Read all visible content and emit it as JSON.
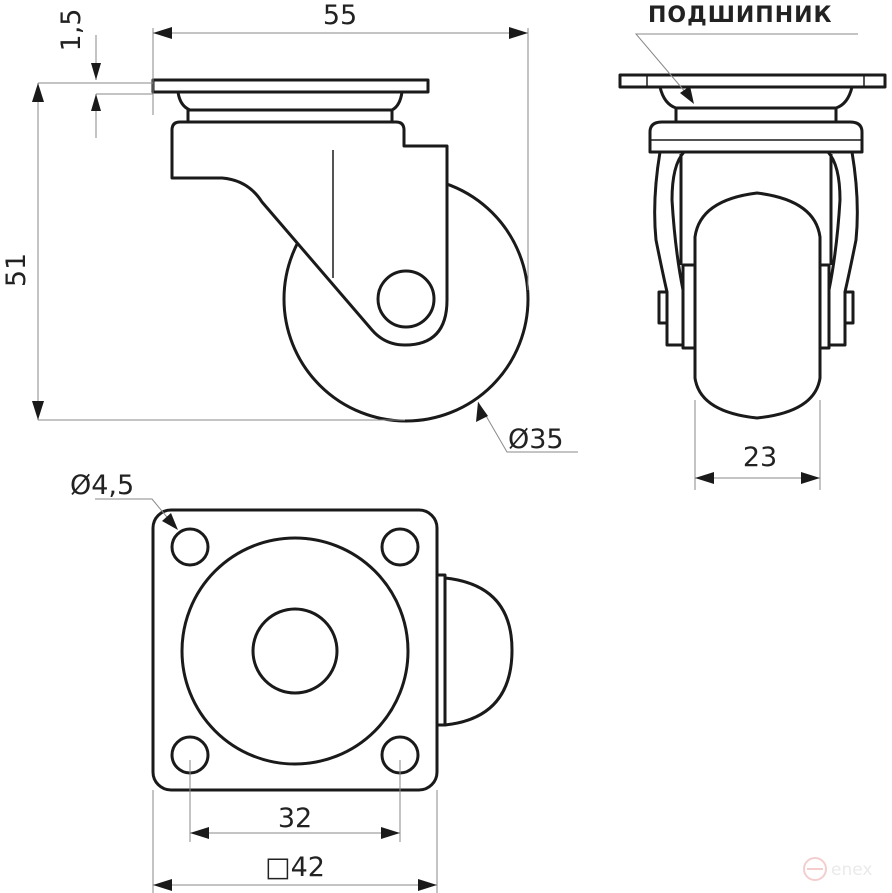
{
  "dimensions": {
    "plate_width": "55",
    "plate_thickness": "1,5",
    "total_height": "51",
    "wheel_diameter": "Ø35",
    "wheel_width": "23",
    "hole_diameter": "Ø4,5",
    "hole_spacing": "32",
    "plate_size": "□42"
  },
  "annotations": {
    "bearing": "ПОДШИПНИК"
  },
  "watermark": {
    "logo_text": "enex",
    "color": "#e8e8e8",
    "accent": "#f3c9c9"
  }
}
